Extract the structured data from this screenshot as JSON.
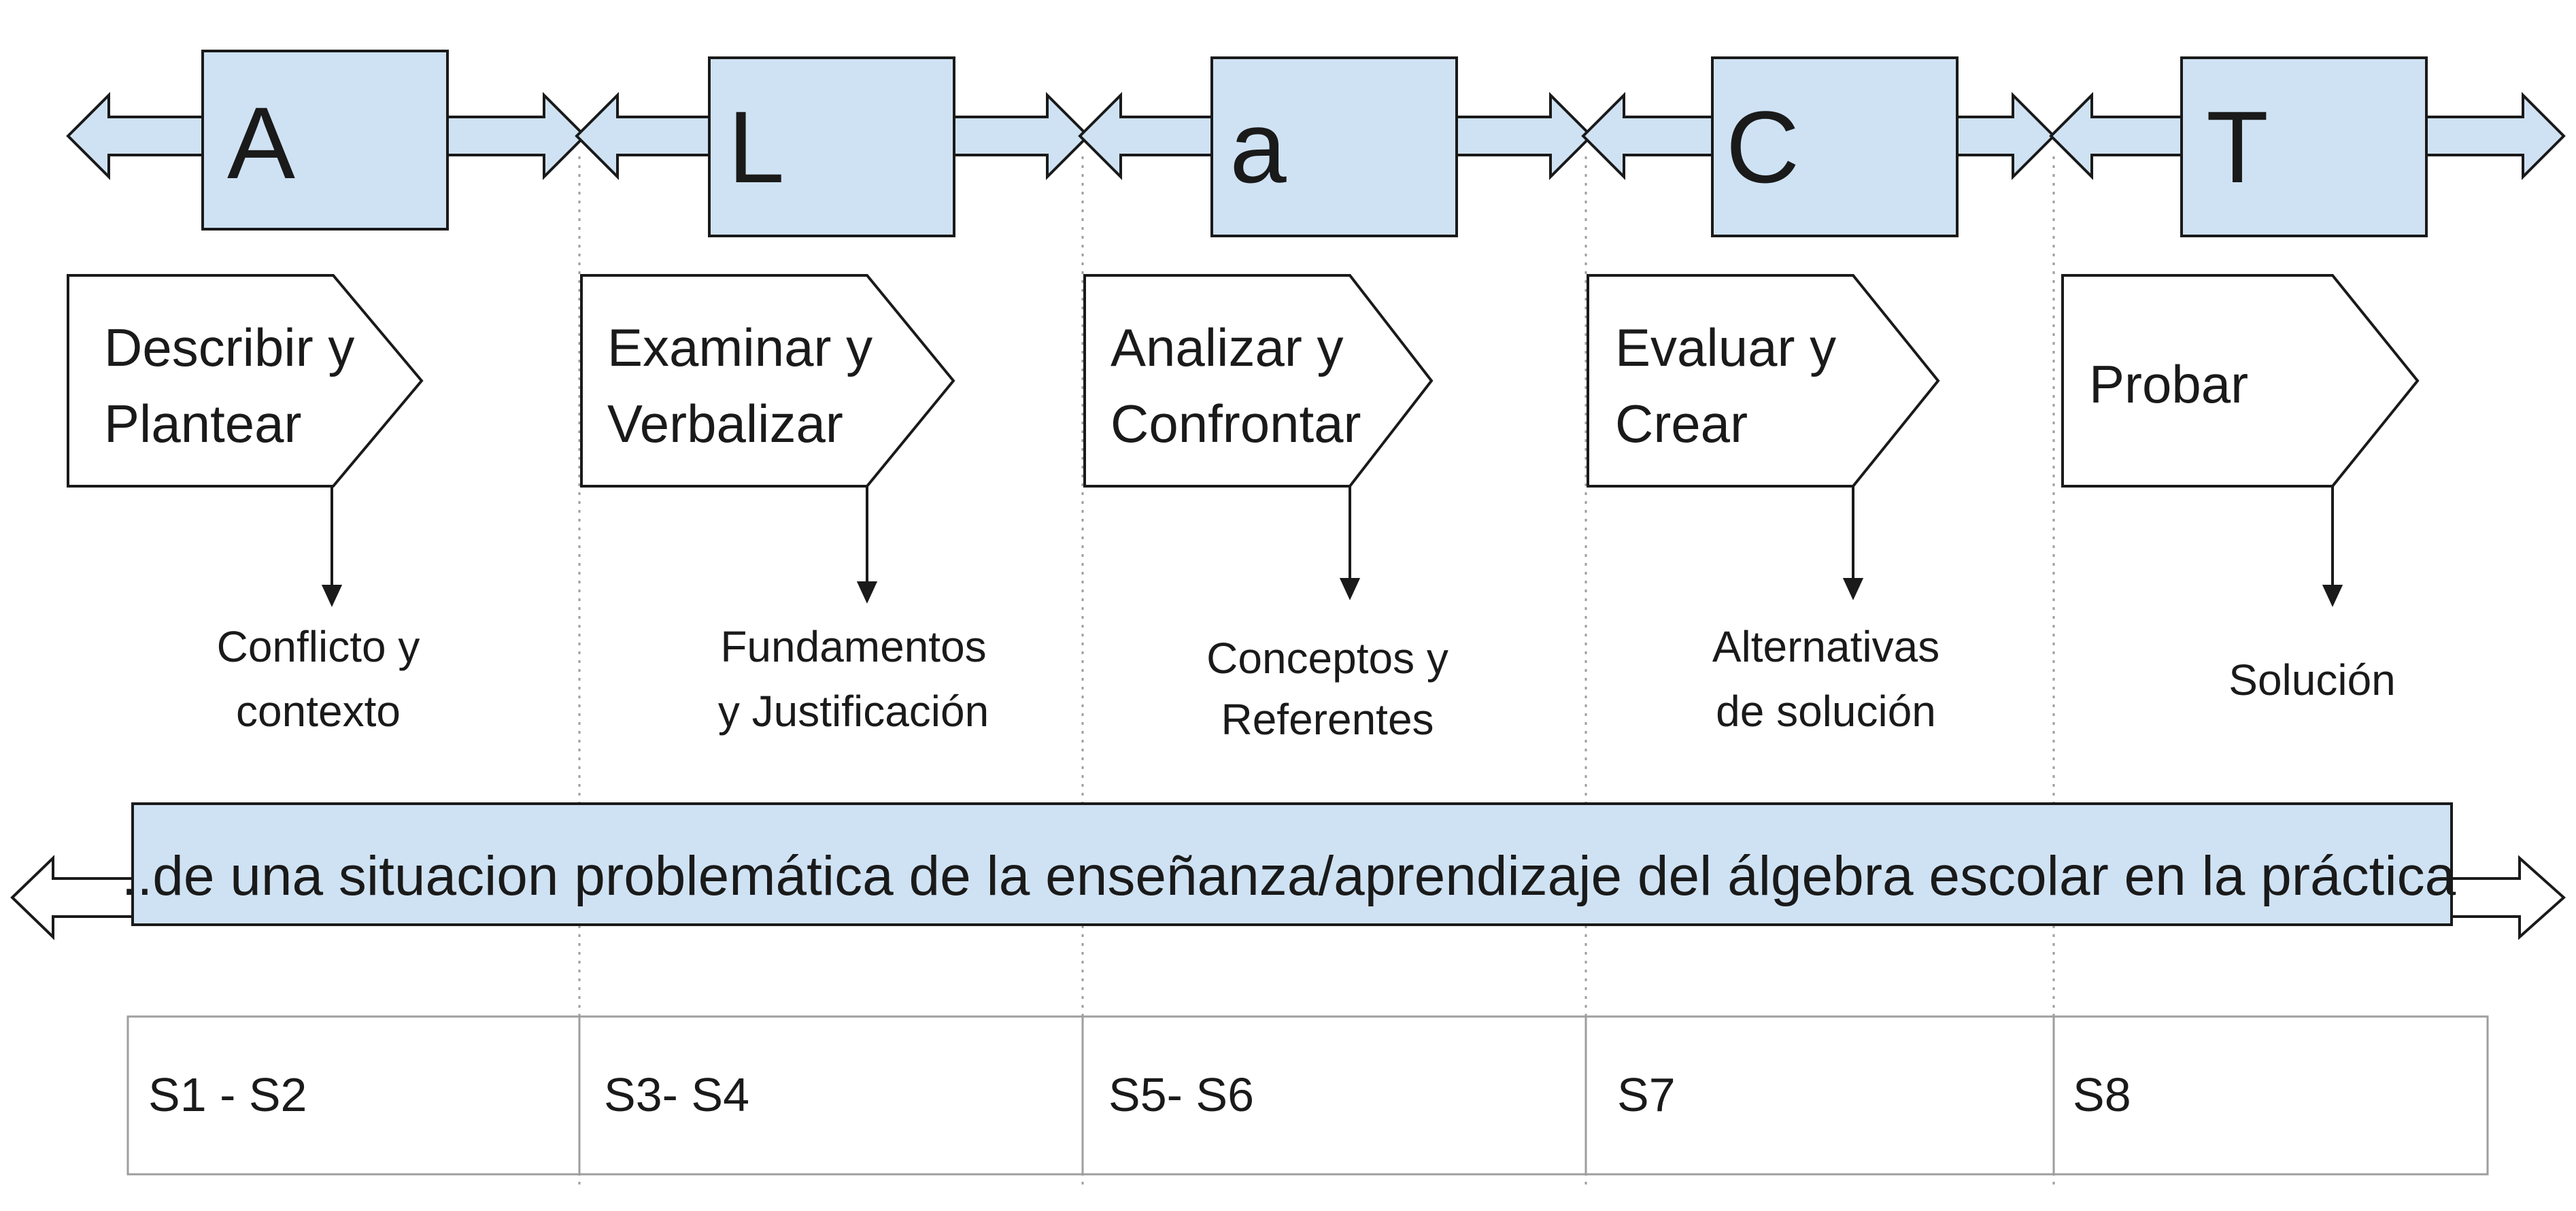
{
  "colors": {
    "fill": "#cfe2f3",
    "stroke": "#1a1a1a",
    "grid": "#9e9e9e"
  },
  "phases": [
    {
      "letter": "A",
      "label_lines": [
        "Describir y",
        "Plantear"
      ],
      "outcome_lines": [
        "Conflicto y",
        "contexto"
      ],
      "session": "S1 - S2"
    },
    {
      "letter": "L",
      "label_lines": [
        "Examinar y",
        "Verbalizar"
      ],
      "outcome_lines": [
        "Fundamentos",
        "y Justificación"
      ],
      "session": "S3- S4"
    },
    {
      "letter": "a",
      "label_lines": [
        "Analizar y",
        "Confrontar"
      ],
      "outcome_lines": [
        "Conceptos y",
        "Referentes"
      ],
      "session": "S5- S6"
    },
    {
      "letter": "C",
      "label_lines": [
        "Evaluar y",
        "Crear"
      ],
      "outcome_lines": [
        "Alternativas",
        "de solución"
      ],
      "session": "S7"
    },
    {
      "letter": "T",
      "label_lines": [
        "Probar"
      ],
      "outcome_lines": [
        "Solución"
      ],
      "session": "S8"
    }
  ],
  "band_text": "..de una situacion problemática de la enseñanza/aprendizaje del álgebra escolar en la práctica"
}
